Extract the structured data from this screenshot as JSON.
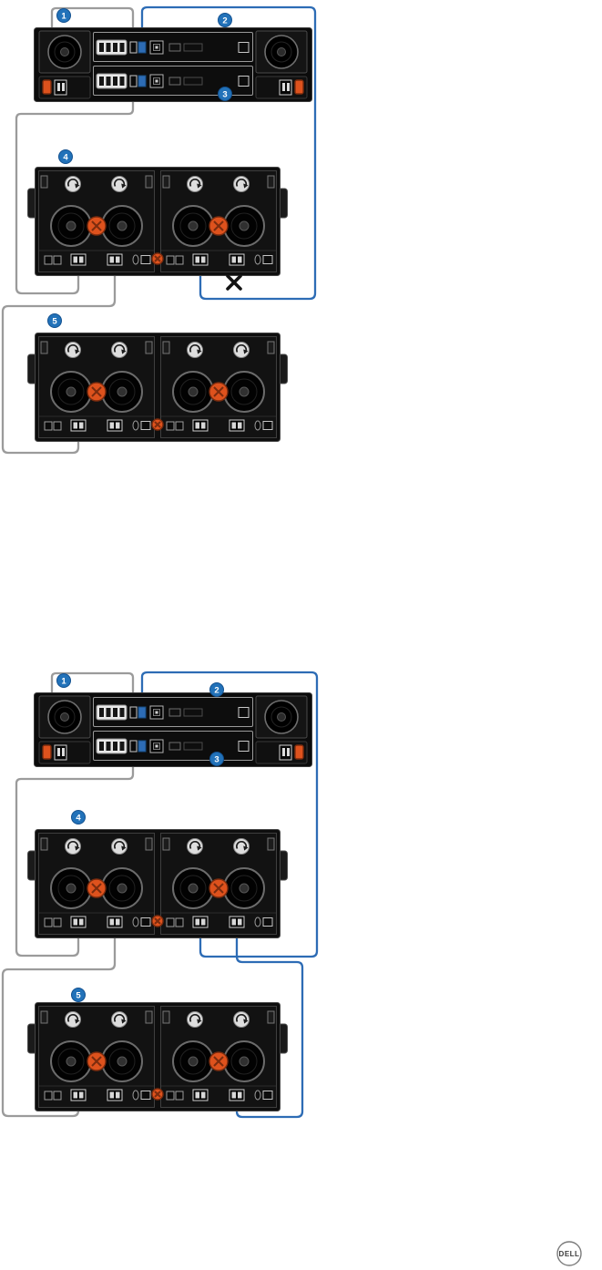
{
  "colors": {
    "cable-blue": "#2d6cb5",
    "cable-gray": "#9b9b9b",
    "callout-blue": "#2272b9",
    "accent-orange": "#de521d"
  },
  "figure_top": {
    "callouts": {
      "c1": "1",
      "c2": "2",
      "c3": "3",
      "c4": "4",
      "c5": "5"
    },
    "error_icon": "x-mark-icon"
  },
  "figure_bottom": {
    "callouts": {
      "c1": "1",
      "c2": "2",
      "c3": "3",
      "c4": "4",
      "c5": "5"
    }
  },
  "icons": {
    "rotate": "circular-arrow-icon",
    "fan": "fan-icon",
    "thumbscrew": "orange-thumbscrew-knob",
    "error": "x-mark-icon",
    "logo": "dell-logo"
  },
  "footer": {
    "logo_text": "DELL"
  }
}
